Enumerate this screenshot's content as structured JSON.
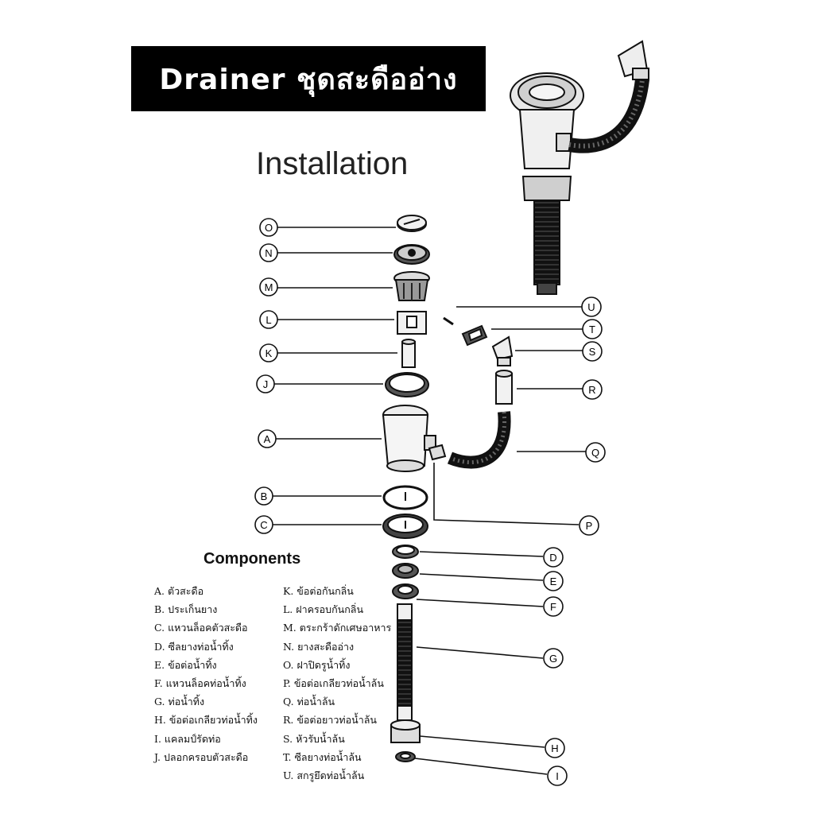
{
  "banner": {
    "title": "Drainer ชุดสะดืออ่าง"
  },
  "heading": "Installation",
  "components_title": "Components",
  "components_left": [
    "A. ตัวสะดือ",
    "B. ประเก็นยาง",
    "C. แหวนล็อคตัวสะดือ",
    "D. ซีลยางท่อน้ำทิ้ง",
    "E. ข้อต่อน้ำทิ้ง",
    "F. แหวนล็อคท่อน้ำทิ้ง",
    "G. ท่อน้ำทิ้ง",
    "H. ข้อต่อเกลียวท่อน้ำทิ้ง",
    "I. แคลมป์รัดท่อ",
    "J. ปลอกครอบตัวสะดือ"
  ],
  "components_right": [
    "K. ข้อต่อกันกลิ่น",
    "L. ฝาครอบกันกลิ่น",
    "M. ตระกร้าดักเศษอาหาร",
    "N. ยางสะดืออ่าง",
    "O. ฝาปิดรูน้ำทิ้ง",
    "P. ข้อต่อเกลียวท่อน้ำล้น",
    "Q. ท่อน้ำล้น",
    "R. ข้อต่อยาวท่อน้ำล้น",
    "S. หัวรับน้ำล้น",
    "T. ซีลยางท่อน้ำล้น",
    "U. สกรูยึดท่อน้ำล้น"
  ],
  "callouts": {
    "O": "O",
    "N": "N",
    "M": "M",
    "L": "L",
    "K": "K",
    "J": "J",
    "A": "A",
    "B": "B",
    "C": "C",
    "D": "D",
    "E": "E",
    "F": "F",
    "G": "G",
    "H": "H",
    "I": "I",
    "P": "P",
    "Q": "Q",
    "R": "R",
    "S": "S",
    "T": "T",
    "U": "U"
  }
}
